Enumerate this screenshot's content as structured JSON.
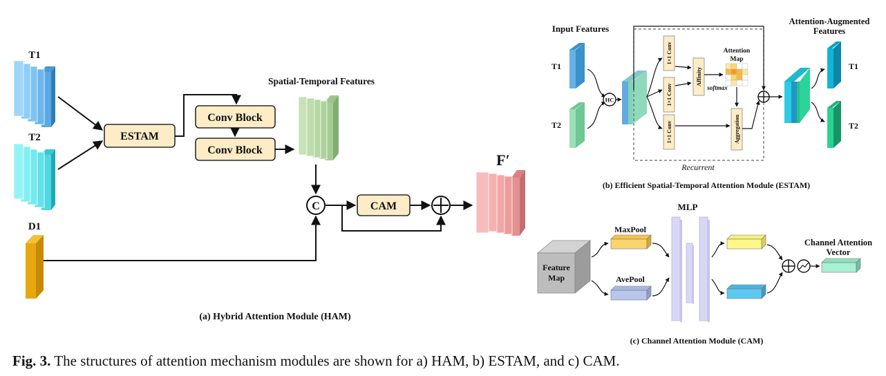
{
  "ham": {
    "t1": "T1",
    "t2": "T2",
    "d1": "D1",
    "estam": "ESTAM",
    "conv1": "Conv Block",
    "conv2": "Conv Block",
    "spatial": "Spatial-Temporal Features",
    "concat": "C",
    "cam": "CAM",
    "out": "F′",
    "title": "(a) Hybrid Attention Module (HAM)"
  },
  "estam": {
    "input": "Input Features",
    "t1": "T1",
    "t2": "T2",
    "hc": "HC",
    "conv_a": "1×1 Conv",
    "conv_b": "1×1 Conv",
    "conv_c": "1×1 Conv",
    "affinity": "Affinity",
    "softmax": "softmax",
    "attn_map_1": "Attention",
    "attn_map_2": "Map",
    "aggregation": "Aggregation",
    "recurrent": "Recurrent",
    "out_1": "Attention-Augmented",
    "out_2": "Features",
    "out_t1": "T1",
    "out_t2": "T2",
    "title": "(b) Efficient Spatial-Temporal Attention Module (ESTAM)"
  },
  "cam": {
    "mlp": "MLP",
    "feature_1": "Feature",
    "feature_2": "Map",
    "maxpool": "MaxPool",
    "avepool": "AvePool",
    "vec_1": "Channel Attention",
    "vec_2": "Vector",
    "title": "(c) Channel Attention Module (CAM)"
  },
  "caption": {
    "prefix": "Fig. 3.",
    "text": " The structures of attention mechanism modules are shown for a) HAM, b) ESTAM, and c) CAM."
  },
  "colors": {
    "t1": "#7ec3f2",
    "t2": "#7ff0ef",
    "d1": "#e7a80f",
    "spatial": "#b5d7a5",
    "out": "#f3a6a6",
    "box": "#fdecc6"
  }
}
